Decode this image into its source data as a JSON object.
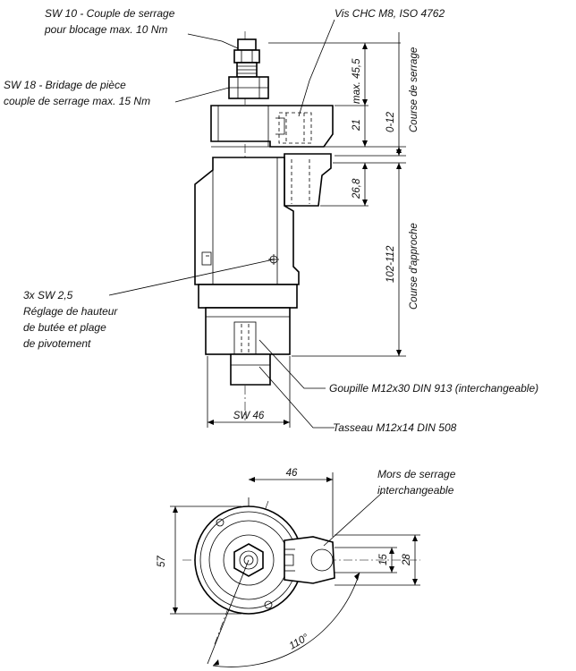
{
  "labels": {
    "sw10_line1": "SW 10 - Couple de serrage",
    "sw10_line2": "pour blocage max. 10 Nm",
    "screw": "Vis CHC M8, ISO 4762",
    "sw18_line1": "SW 18 - Bridage de pièce",
    "sw18_line2": "couple de serrage max. 15 Nm",
    "sw25_line1": "3x SW 2,5",
    "sw25_line2": "Réglage de hauteur",
    "sw25_line3": "de butée et plage",
    "sw25_line4": "de pivotement",
    "pin": "Goupille M12x30 DIN 913 (interchangeable)",
    "stud": "Tasseau M12x14 DIN 508",
    "jaws_line1": "Mors de serrage",
    "jaws_line2": "interchangeable"
  },
  "dimensions": {
    "max455": "max. 45,5",
    "d21": "21",
    "stroke": "0-12",
    "d268": "26,8",
    "approach": "102-112",
    "sw46": "SW 46",
    "d46": "46",
    "d57": "57",
    "d15": "15",
    "d28": "28",
    "angle": "110°"
  },
  "axis_labels": {
    "clamp_stroke": "Course de serrage",
    "approach_stroke": "Course d'approche"
  }
}
